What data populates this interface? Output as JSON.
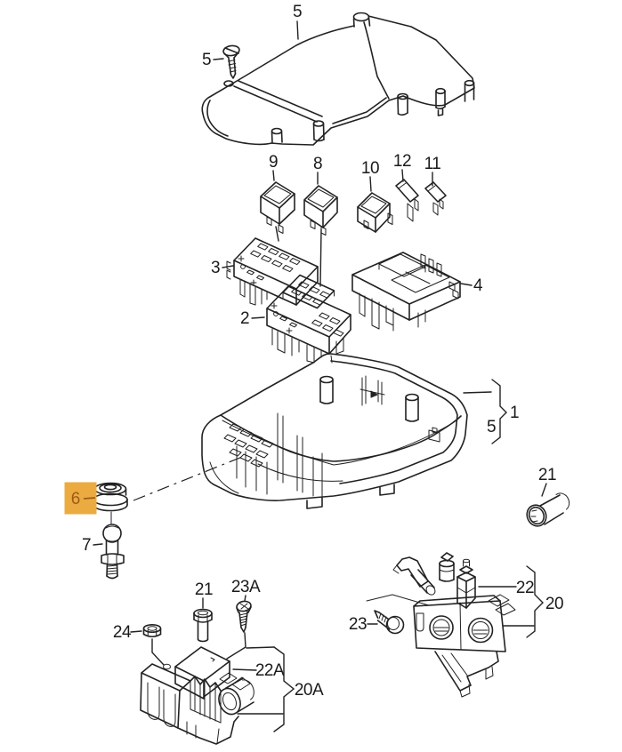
{
  "page": {
    "background": "#ffffff",
    "line_color": "#222222"
  },
  "highlight": {
    "box_color": "#ecab41",
    "text_color": "#9c5c16"
  },
  "callouts": {
    "cover": "5",
    "cover_screw": "5",
    "relay_9": "9",
    "relay_8": "8",
    "relay_10": "10",
    "fuse_12": "12",
    "fuse_11": "11",
    "fuse_carrier_3": "3",
    "fuse_carrier_2": "2",
    "relay_carrier_4": "4",
    "assembly_1": "1",
    "assembly_1_sub": "5",
    "grommet_6": "6",
    "ball_stud_7": "7",
    "cap_21": "21",
    "bolt_21": "21",
    "screw_23a": "23A",
    "nut_24": "24",
    "relay_22a": "22A",
    "bracket_20a": "20A",
    "screw_23": "23",
    "valve_22": "22",
    "assembly_20": "20"
  }
}
